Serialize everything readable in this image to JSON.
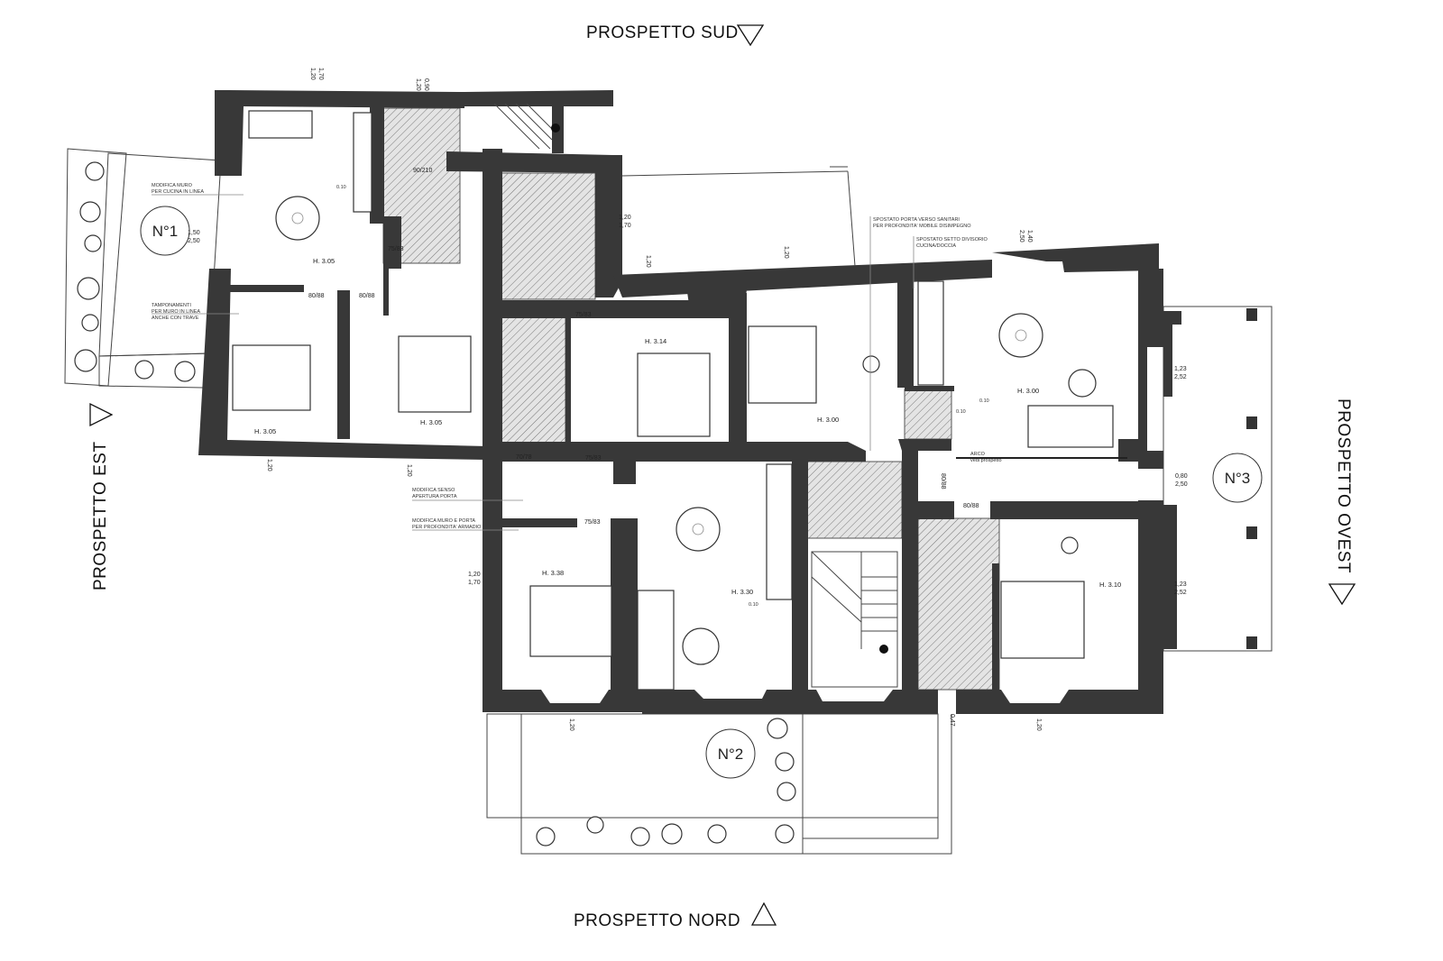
{
  "elevations": {
    "south": "PROSPETTO SUD",
    "north": "PROSPETTO NORD",
    "east": "PROSPETTO EST",
    "west": "PROSPETTO OVEST"
  },
  "units": [
    "N°1",
    "N°2",
    "N°3"
  ],
  "room_heights": [
    "H. 3.05",
    "H. 3.05",
    "H. 3.05",
    "H. 3.14",
    "H. 3.00",
    "H. 3.00",
    "H. 3.38",
    "H. 3.30",
    "H. 3.10"
  ],
  "doors": [
    "80/88",
    "80/88",
    "75/83",
    "90/210",
    "75/83",
    "75/83",
    "70/78",
    "75/83",
    "80/88",
    "80/88"
  ],
  "windows": {
    "w120_170": "1,20",
    "w170": "1,70",
    "w150": "1,50",
    "w250": "2,50",
    "w123": "1,23",
    "w252": "2,52",
    "w080": "0,80",
    "w140": "1,40",
    "w090": "0,90",
    "w047": "0,47"
  },
  "notes": {
    "n1a": "MODIFICA MURO",
    "n1b": "PER CUCINA IN LINEA",
    "n2a": "TAMPONAMENTI",
    "n2b": "PER MURO IN LINEA",
    "n2c": "ANCHE CON TRAVE",
    "n3a": "SPOSTATO PORTA VERSO SANITARI",
    "n3b": "PER PROFONDITA' MOBILE DISIMPEGNO",
    "n4a": "SPOSTATO SETTO DIVISORIO",
    "n4b": "CUCINA/DOCCIA",
    "n5a": "MODIFICA SENSO",
    "n5b": "APERTURA PORTA",
    "n6a": "MODIFICA MURO E PORTA",
    "n6b": "PER PROFONDITA' ARMADIO",
    "n7a": "ARCO",
    "n7b": "vedi prospetto"
  },
  "levels": [
    "0.10",
    "0.10",
    "0.10",
    "0.10"
  ]
}
